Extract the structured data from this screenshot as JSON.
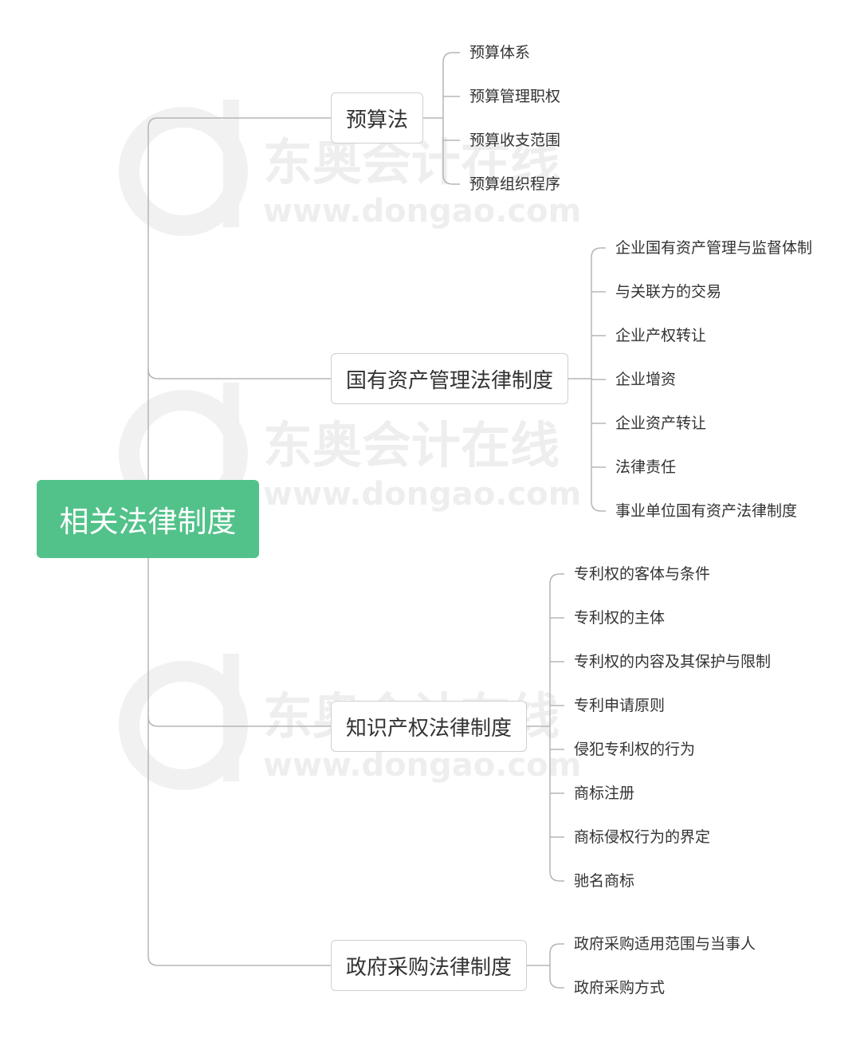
{
  "root": {
    "label": "相关法律制度"
  },
  "branches": [
    {
      "label": "预算法",
      "items": [
        "预算体系",
        "预算管理职权",
        "预算收支范围",
        "预算组织程序"
      ]
    },
    {
      "label": "国有资产管理法律制度",
      "items": [
        "企业国有资产管理与监督体制",
        "与关联方的交易",
        "企业产权转让",
        "企业增资",
        "企业资产转让",
        "法律责任",
        "事业单位国有资产法律制度"
      ]
    },
    {
      "label": "知识产权法律制度",
      "items": [
        "专利权的客体与条件",
        "专利权的主体",
        "专利权的内容及其保护与限制",
        "专利申请原则",
        "侵犯专利权的行为",
        "商标注册",
        "商标侵权行为的界定",
        "驰名商标"
      ]
    },
    {
      "label": "政府采购法律制度",
      "items": [
        "政府采购适用范围与当事人",
        "政府采购方式"
      ]
    }
  ],
  "watermark": {
    "name": "东奥会计在线",
    "url": "www.dongao.com"
  },
  "colors": {
    "root_fill": "#52c28a",
    "line": "#b5b5b5",
    "border": "#cfcfcf",
    "text": "#333333"
  }
}
